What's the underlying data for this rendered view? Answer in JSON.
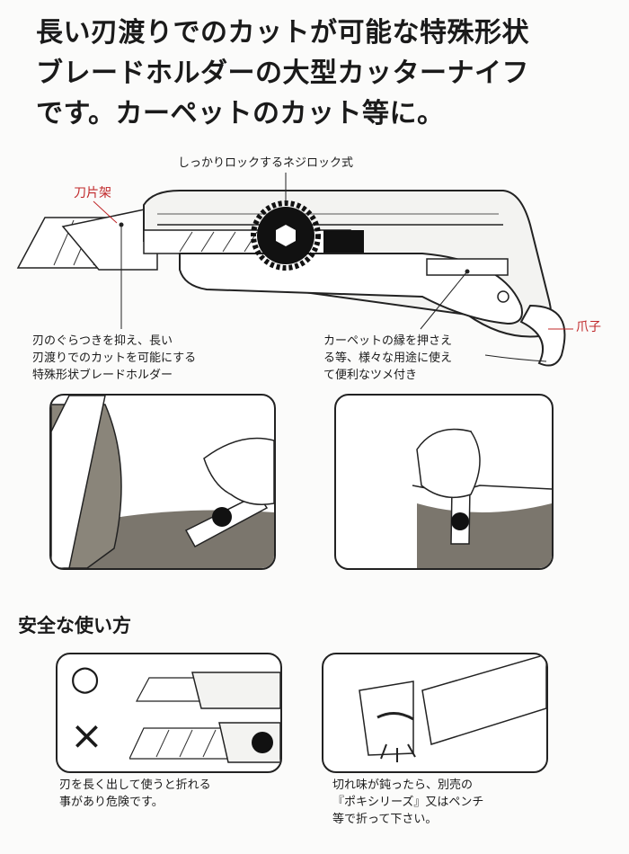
{
  "headline": {
    "line1": "長い刃渡りでのカットが可能な特殊形状",
    "line2": "ブレードホルダーの大型カッターナイフ",
    "line3": "です。カーペットのカット等に。"
  },
  "callouts": {
    "lock": "しっかりロックするネジロック式",
    "blade_rack": "刀片架",
    "claw": "爪子",
    "holder_desc": [
      "刃のぐらつきを抑え、長い",
      "刃渡りでのカットを可能にする",
      "特殊形状ブレードホルダー"
    ],
    "hook_desc": [
      "カーペットの縁を押さえ",
      "る等、様々な用途に使え",
      "て便利なツメ付き"
    ]
  },
  "safety": {
    "title": "安全な使い方",
    "ok_symbol": "○",
    "ng_symbol": "×",
    "caption_left": [
      "刃を長く出して使うと折れる",
      "事があり危険です。"
    ],
    "caption_right": [
      "切れ味が鈍ったら、別売の",
      "『ポキシリーズ』又はペンチ",
      "等で折って下さい。"
    ]
  },
  "colors": {
    "annotation_red": "#c0282a",
    "ink": "#1a1a1a"
  }
}
